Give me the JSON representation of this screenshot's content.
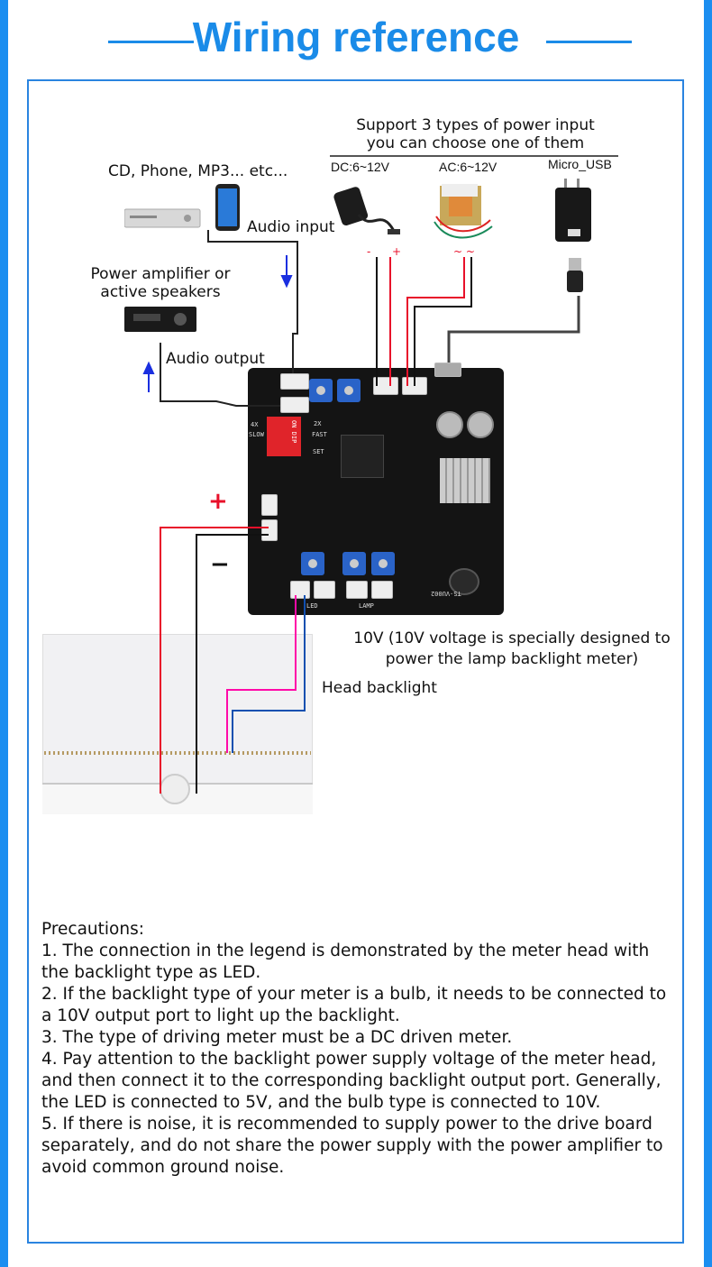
{
  "title": "Wiring reference",
  "power": {
    "heading_line1": "Support 3 types of power input",
    "heading_line2": "you can choose one of them",
    "dc_label": "DC:6~12V",
    "ac_label": "AC:6~12V",
    "usb_label": "Micro_USB",
    "dc_minus": "-",
    "dc_plus": "+",
    "ac_marks": "~ ~"
  },
  "labels": {
    "sources": "CD, Phone, MP3... etc...",
    "audio_input": "Audio input",
    "amp_line1": "Power amplifier or",
    "amp_line2": "active speakers",
    "audio_output": "Audio output",
    "plus": "+",
    "minus": "−",
    "ten_v_line1": "10V (10V voltage is specially designed to",
    "ten_v_line2": "power the lamp backlight meter)",
    "head_backlight": "Head backlight"
  },
  "board": {
    "dip": "ON DIP",
    "x4": "4X",
    "slow": "SLOW",
    "x2": "2X",
    "fast": "FAST",
    "set": "SET",
    "led": "LED",
    "lamp": "LAMP",
    "model": "TS-VU002"
  },
  "colors": {
    "accent": "#1a8be8",
    "wire_red": "#e8102a",
    "wire_black": "#111111",
    "wire_pink": "#ff0aa8",
    "wire_blue": "#1050b0",
    "arrow": "#1a2fe0"
  },
  "precautions": {
    "heading": "Precautions:",
    "items": [
      "1. The connection in the legend is demonstrated by the meter head with the backlight type as LED.",
      "2. If the backlight type of your meter is a bulb, it needs to be connected to a 10V output port to light up the backlight.",
      "3. The type of driving meter must be a DC driven meter.",
      "4. Pay attention to the backlight power supply voltage of the meter head, and then connect it to the corresponding backlight output port. Generally, the LED is connected to 5V, and the bulb type is connected to 10V.",
      "5. If there is noise, it is recommended to supply power to the drive board separately, and do not share the power supply with the power amplifier to avoid common ground noise."
    ]
  }
}
